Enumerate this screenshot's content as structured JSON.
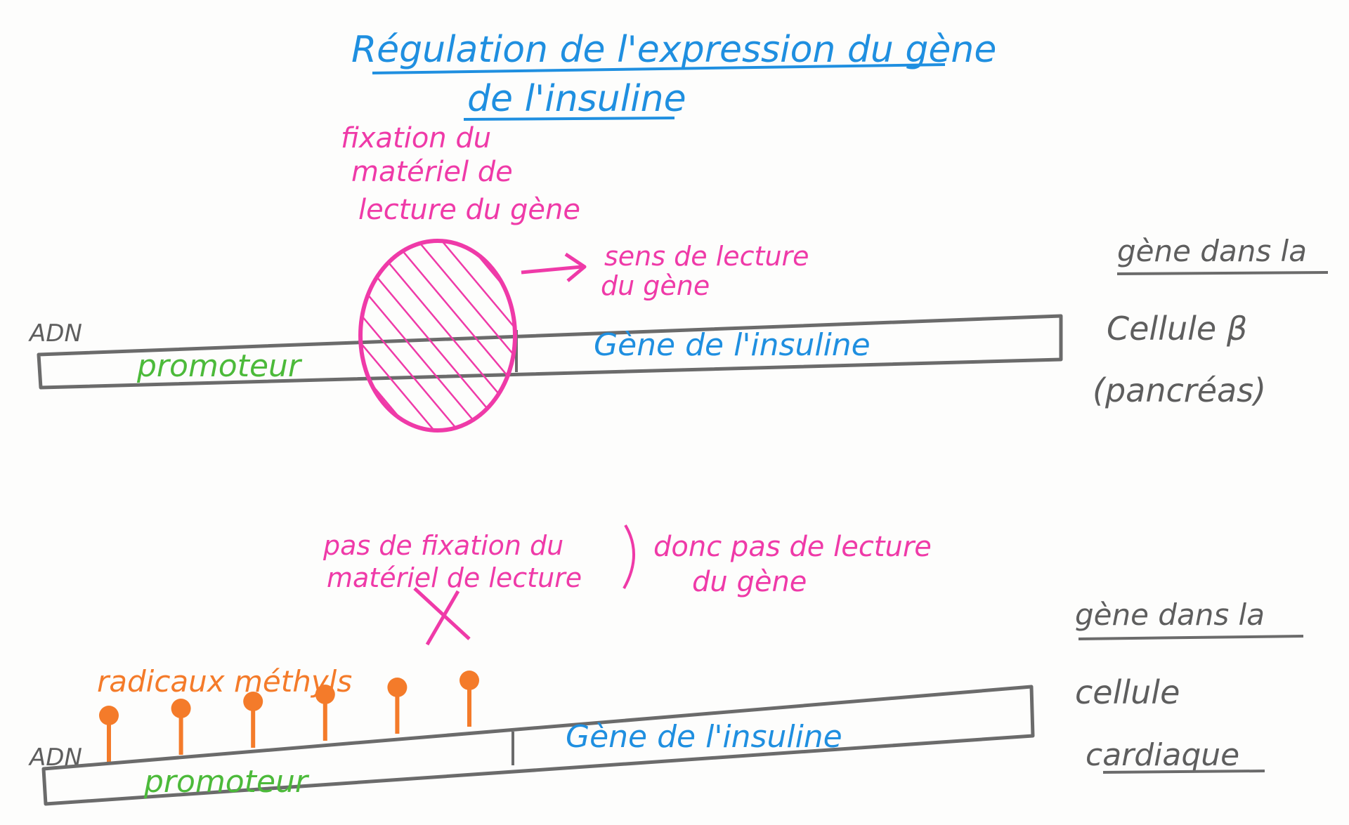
{
  "title": {
    "line1": "Régulation de l'expression du gène",
    "line2": "de l'insuline"
  },
  "top_diagram": {
    "adn_label": "ADN",
    "promoter_label": "promoteur",
    "gene_label": "Gène de l'insuline",
    "binding_label": [
      "fixation du",
      "matériel de",
      "lecture du gène"
    ],
    "reading_direction_label": [
      "sens de lecture",
      "du gène"
    ],
    "cell_label": [
      "gène dans la",
      "Cellule β",
      "(pancréas)"
    ]
  },
  "bottom_diagram": {
    "adn_label": "ADN",
    "promoter_label": "promoteur",
    "gene_label": "Gène de l'insuline",
    "no_binding_label": [
      "pas de fixation du",
      "matériel de lecture"
    ],
    "consequence_label": [
      "donc pas de lecture",
      "du gène"
    ],
    "methyl_label": "radicaux méthyls",
    "methyl_group_count": 6,
    "cell_label": [
      "gène dans la",
      "cellule",
      "cardiaque"
    ]
  },
  "colors": {
    "title": "#1f8fe0",
    "gene": "#1f8fe0",
    "binding": "#ef3aa8",
    "promoter": "#4cba3a",
    "methyl": "#f47b2a",
    "dna": "#6b6b6b"
  }
}
